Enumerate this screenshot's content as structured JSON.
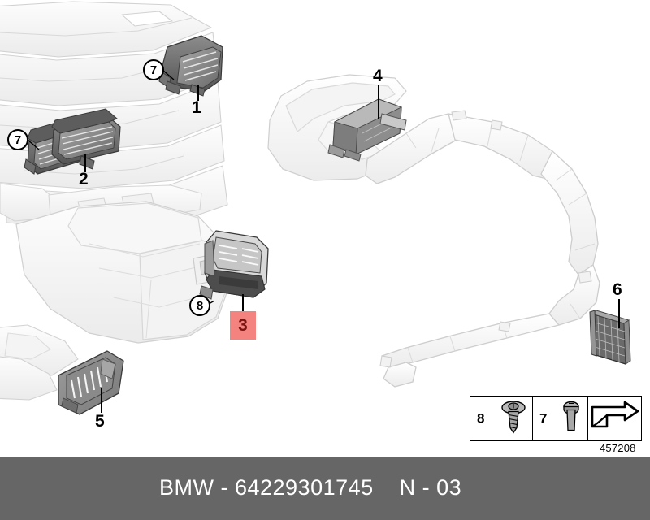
{
  "footer": {
    "brand": "BMW",
    "part_number": "64229301745",
    "section_code": "N - 03",
    "text": "BMW - 64229301745    N - 03",
    "background_color": "#666666",
    "text_color": "#ffffff"
  },
  "drawing": {
    "number": "457208",
    "highlight_color": "#f4837f",
    "highlight_text_color": "#7a1410",
    "line_color": "#000000",
    "part_fill_dark": "#6f6f6f",
    "part_fill_mid": "#9a9a9a",
    "part_fill_light": "#d8d8d8",
    "outline_fill": "#fbfbfb"
  },
  "part_labels": [
    {
      "id": "1",
      "text": "1",
      "highlighted": false,
      "description": "side air vent, right"
    },
    {
      "id": "2",
      "text": "2",
      "highlighted": false,
      "description": "center air vent assembly"
    },
    {
      "id": "3",
      "text": "3",
      "highlighted": true,
      "description": "rear console air vent"
    },
    {
      "id": "4",
      "text": "4",
      "highlighted": false,
      "description": "rear console vent module"
    },
    {
      "id": "5",
      "text": "5",
      "highlighted": false,
      "description": "air outlet grille"
    },
    {
      "id": "6",
      "text": "6",
      "highlighted": false,
      "description": "honeycomb mesh vent insert"
    }
  ],
  "callouts": [
    {
      "id": "c7a",
      "text": "7",
      "fastener": "7",
      "points_to": "1"
    },
    {
      "id": "c7b",
      "text": "7",
      "fastener": "7",
      "points_to": "2"
    },
    {
      "id": "c8",
      "text": "8",
      "fastener": "8",
      "points_to": "3"
    }
  ],
  "legend": {
    "cells": [
      {
        "number": "8",
        "icon": "self-tapping-screw-icon"
      },
      {
        "number": "7",
        "icon": "rivet-pin-icon"
      },
      {
        "number": "",
        "icon": "view-direction-arrow-icon"
      }
    ]
  }
}
